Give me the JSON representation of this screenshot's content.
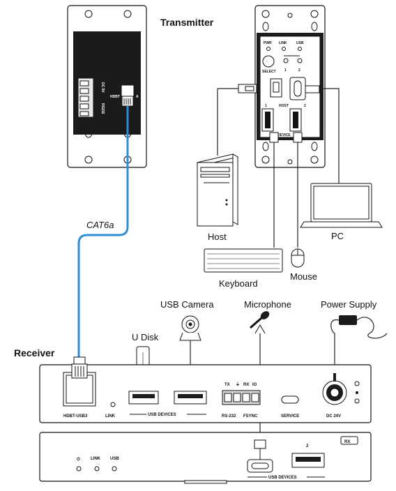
{
  "labels": {
    "transmitter": "Transmitter",
    "receiver": "Receiver",
    "cable": "CAT6a",
    "host": "Host",
    "pc": "PC",
    "keyboard": "Keyboard",
    "mouse": "Mouse",
    "udisk": "U Disk",
    "usb_camera": "USB Camera",
    "microphone": "Microphone",
    "power_supply": "Power Supply"
  },
  "tx_left_panel": {
    "dc_label": "DC 5V",
    "rs232_label": "RS232",
    "hdbt_label": "HDBT",
    "a_label": "A"
  },
  "tx_right_panel": {
    "pwr": "PWR",
    "link": "LINK",
    "usb": "USB",
    "select": "SELECT",
    "host": "HOST",
    "device": "DEVICE",
    "num1": "1",
    "num2": "2"
  },
  "receiver_front": {
    "hdbt_usb3": "HDBT-USB3",
    "link": "LINK",
    "usb_devices": "USB DEVICES",
    "tx": "TX",
    "gnd": "⏚",
    "rx": "RX",
    "io": "IO",
    "rs232": "RS-232",
    "fsync": "FSYNC",
    "service": "SERVICE",
    "dc24v": "DC 24V"
  },
  "receiver_rear": {
    "rx_badge": "RX",
    "link": "LINK",
    "usb": "USB",
    "port_num": "2",
    "usb_devices": "USB DEVICES"
  },
  "colors": {
    "cable": "#2c8fd6",
    "line": "#111111"
  }
}
